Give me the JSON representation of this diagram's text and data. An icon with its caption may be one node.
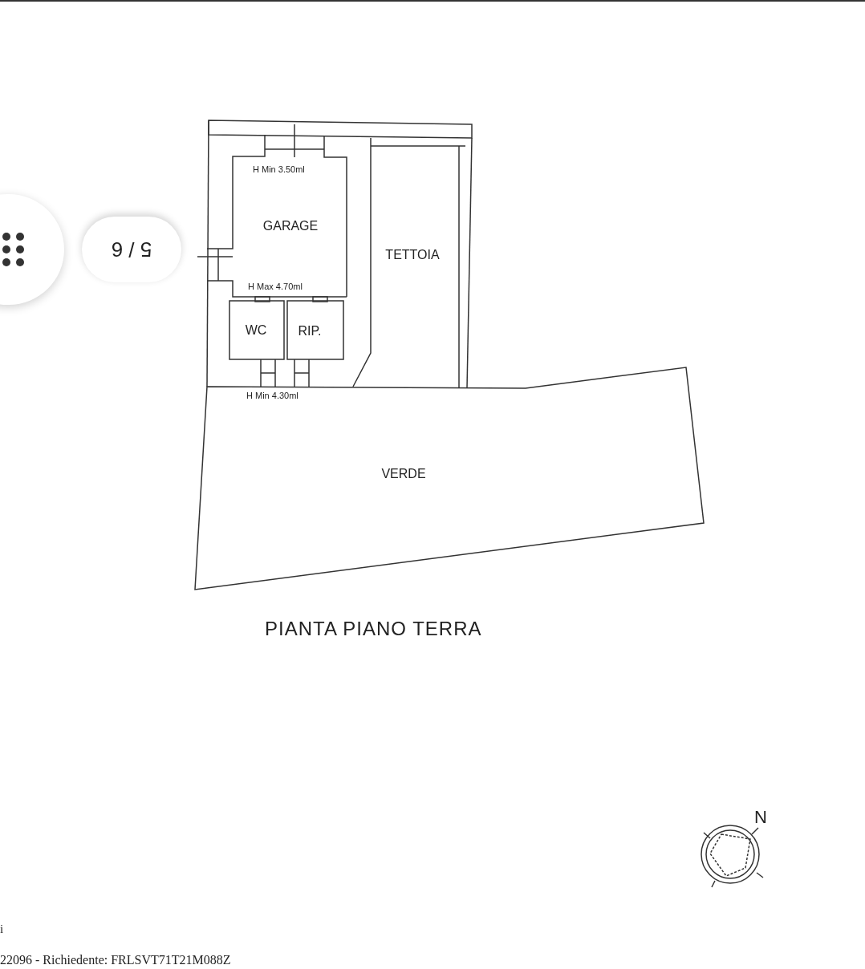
{
  "diagram": {
    "title": "PIANTA PIANO TERRA",
    "nodes": [
      {
        "text": [
          "GARAGE"
        ]
      },
      {
        "text": [
          "TETTOIA"
        ]
      },
      {
        "text": [
          "WC"
        ]
      },
      {
        "text": [
          "RIP."
        ]
      },
      {
        "text": [
          "VERDE"
        ]
      }
    ],
    "edges": [],
    "labels": [
      "5 / 6",
      "H Min 3.50ml",
      "H Max 4.70ml",
      "H Min 4.30ml",
      "N",
      "i",
      "22096 - Richiedente: FRLSVT71T21M088Z"
    ]
  }
}
